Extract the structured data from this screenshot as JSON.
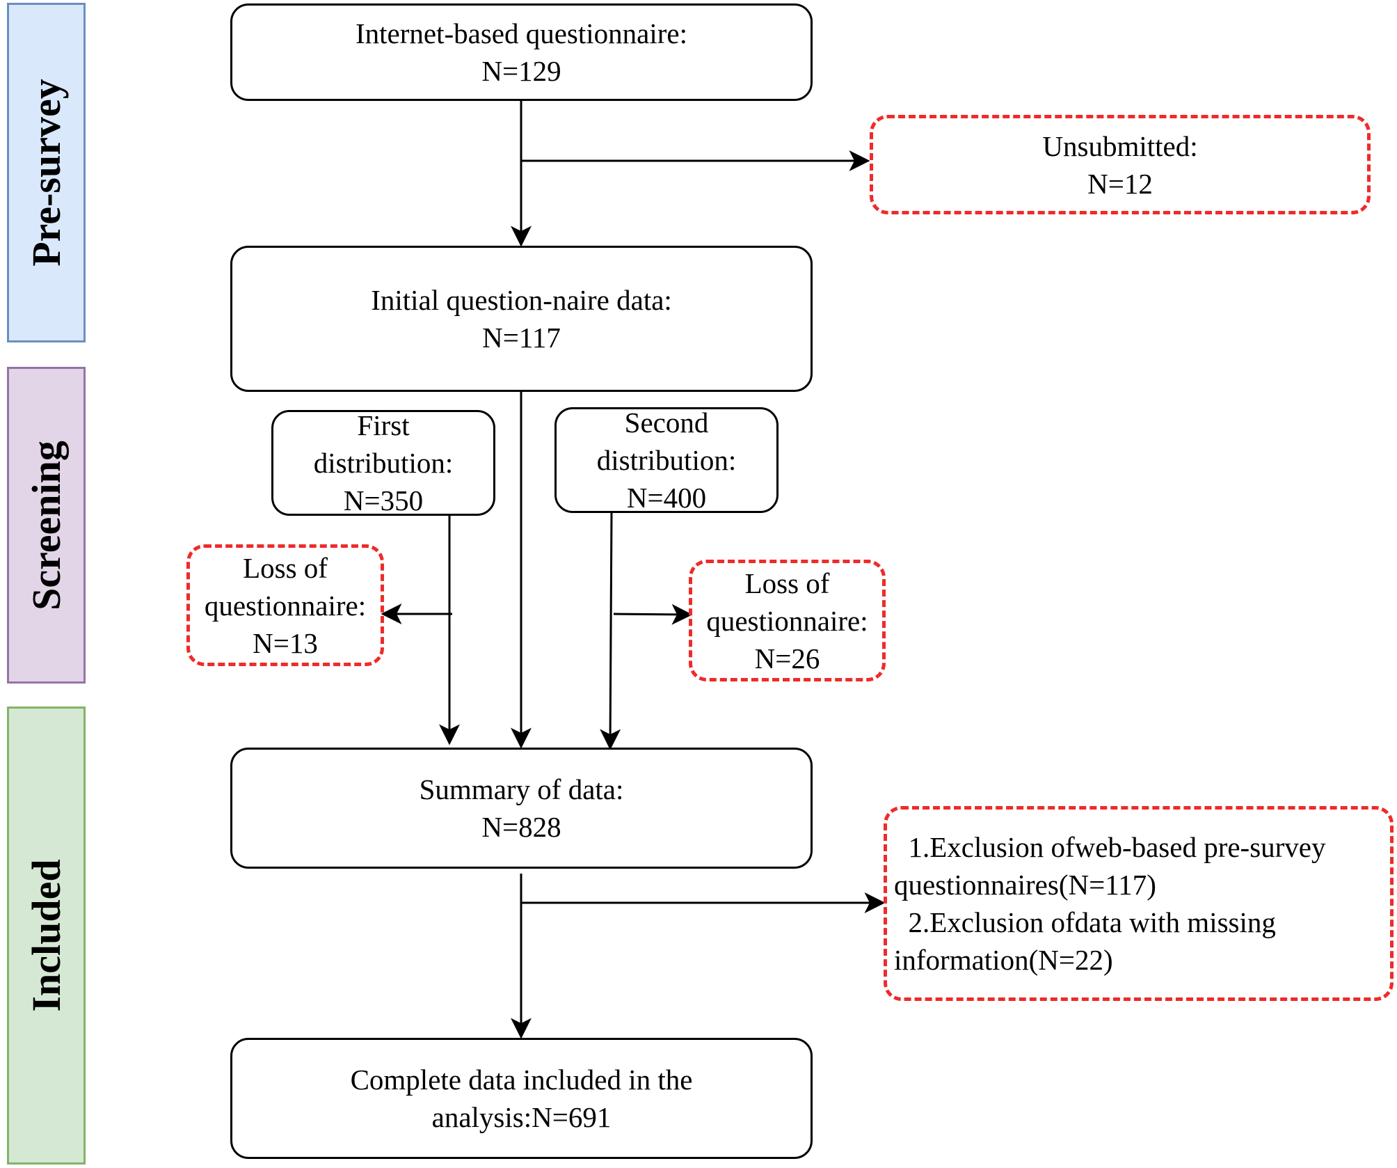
{
  "stages": {
    "pre_survey": "Pre-survey",
    "screening": "Screening",
    "included": "Included"
  },
  "boxes": {
    "internet_questionnaire": {
      "line1": "Internet-based questionnaire:",
      "line2": "N=129"
    },
    "unsubmitted": {
      "line1": "Unsubmitted:",
      "line2": "N=12"
    },
    "initial_data": {
      "line1": "Initial question-naire data:",
      "line2": "N=117"
    },
    "first_distribution": {
      "line1": "First",
      "line2": "distribution:",
      "line3": "N=350"
    },
    "second_distribution": {
      "line1": "Second",
      "line2": "distribution:",
      "line3": "N=400"
    },
    "loss_left": {
      "line1": "Loss of",
      "line2": "questionnaire:",
      "line3": "N=13"
    },
    "loss_right": {
      "line1": "Loss of",
      "line2": "questionnaire:",
      "line3": "N=26"
    },
    "summary": {
      "line1": "Summary of data:",
      "line2": "N=828"
    },
    "exclusion": {
      "line1": "  1.Exclusion ofweb-based pre-survey",
      "line2": "questionnaires(N=117)",
      "line3": "  2.Exclusion ofdata with missing",
      "line4": "information(N=22)"
    },
    "complete": {
      "line1": "Complete data included in the",
      "line2": "analysis:N=691"
    }
  },
  "colors": {
    "stage_pre_fill": "#dae8fc",
    "stage_pre_border": "#6c8ebf",
    "stage_screen_fill": "#e1d5e7",
    "stage_screen_border": "#9673a6",
    "stage_incl_fill": "#d5e8d4",
    "stage_incl_border": "#82b366",
    "dashed_border": "#ee2b2b"
  }
}
